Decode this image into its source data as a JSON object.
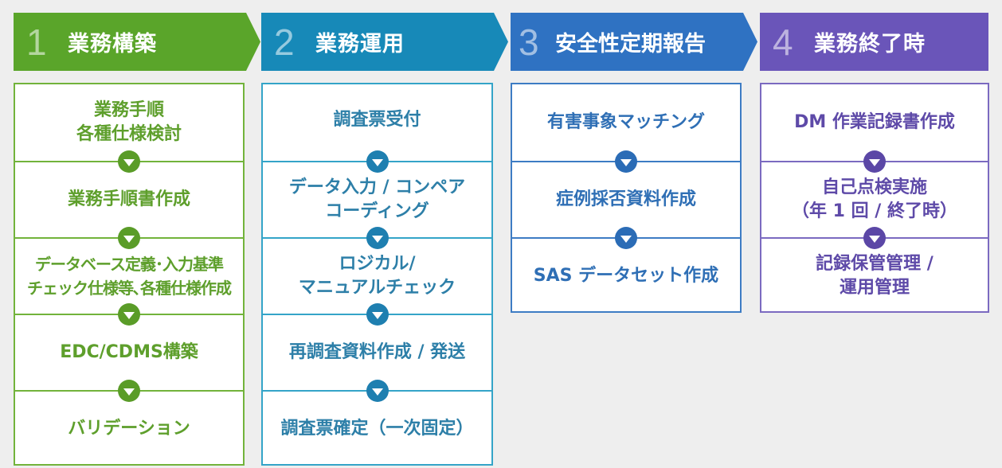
{
  "phases": [
    {
      "number": "1",
      "title": "業務構築",
      "color": "#5aa52a",
      "steps": [
        "業務手順\n各種仕様検討",
        "業務手順書作成",
        "データベース定義･入力基準\nチェック仕様等､各種仕様作成",
        "EDC/CDMS構築",
        "バリデーション"
      ]
    },
    {
      "number": "2",
      "title": "業務運用",
      "color": "#1789b8",
      "steps": [
        "調査票受付",
        "データ入力 / コンペア\nコーディング",
        "ロジカル/\nマニュアルチェック",
        "再調査資料作成 / 発送",
        "調査票確定（一次固定）"
      ]
    },
    {
      "number": "3",
      "title": "安全性定期報告",
      "color": "#2f72c2",
      "steps": [
        "有害事象マッチング",
        "症例採否資料作成",
        "SAS データセット作成"
      ]
    },
    {
      "number": "4",
      "title": "業務終了時",
      "color": "#6a55b9",
      "steps": [
        "DM 作業記録書作成",
        "自己点検実施\n（年 1 回 / 終了時）",
        "記録保管管理 /\n運用管理"
      ]
    }
  ]
}
